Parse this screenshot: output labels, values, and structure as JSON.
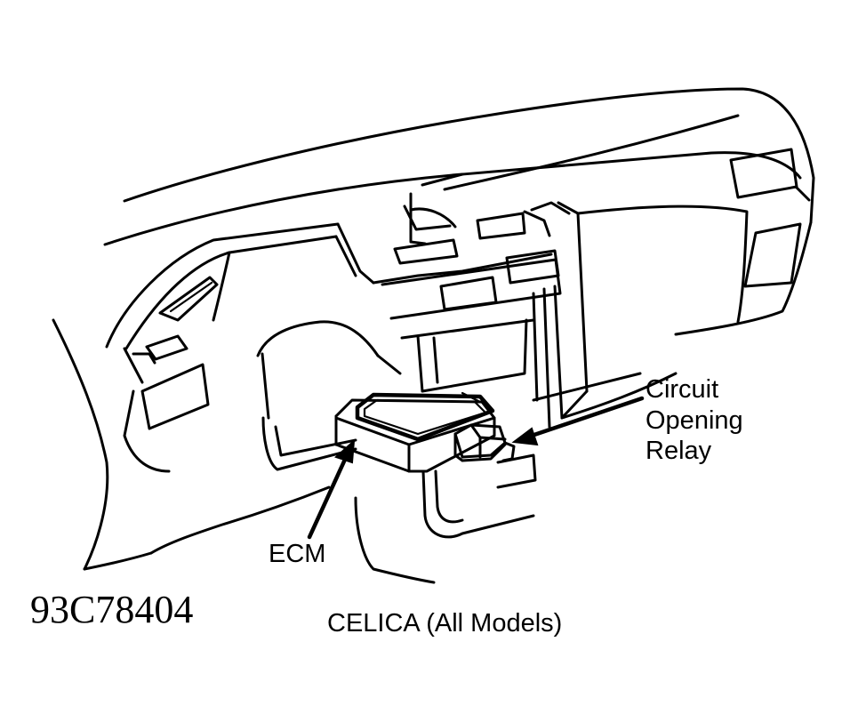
{
  "labels": {
    "relay_line1": "Circuit",
    "relay_line2": "Opening",
    "relay_line3": "Relay",
    "ecm": "ECM",
    "caption": "CELICA (All Models)",
    "figure_code": "93C78404"
  }
}
